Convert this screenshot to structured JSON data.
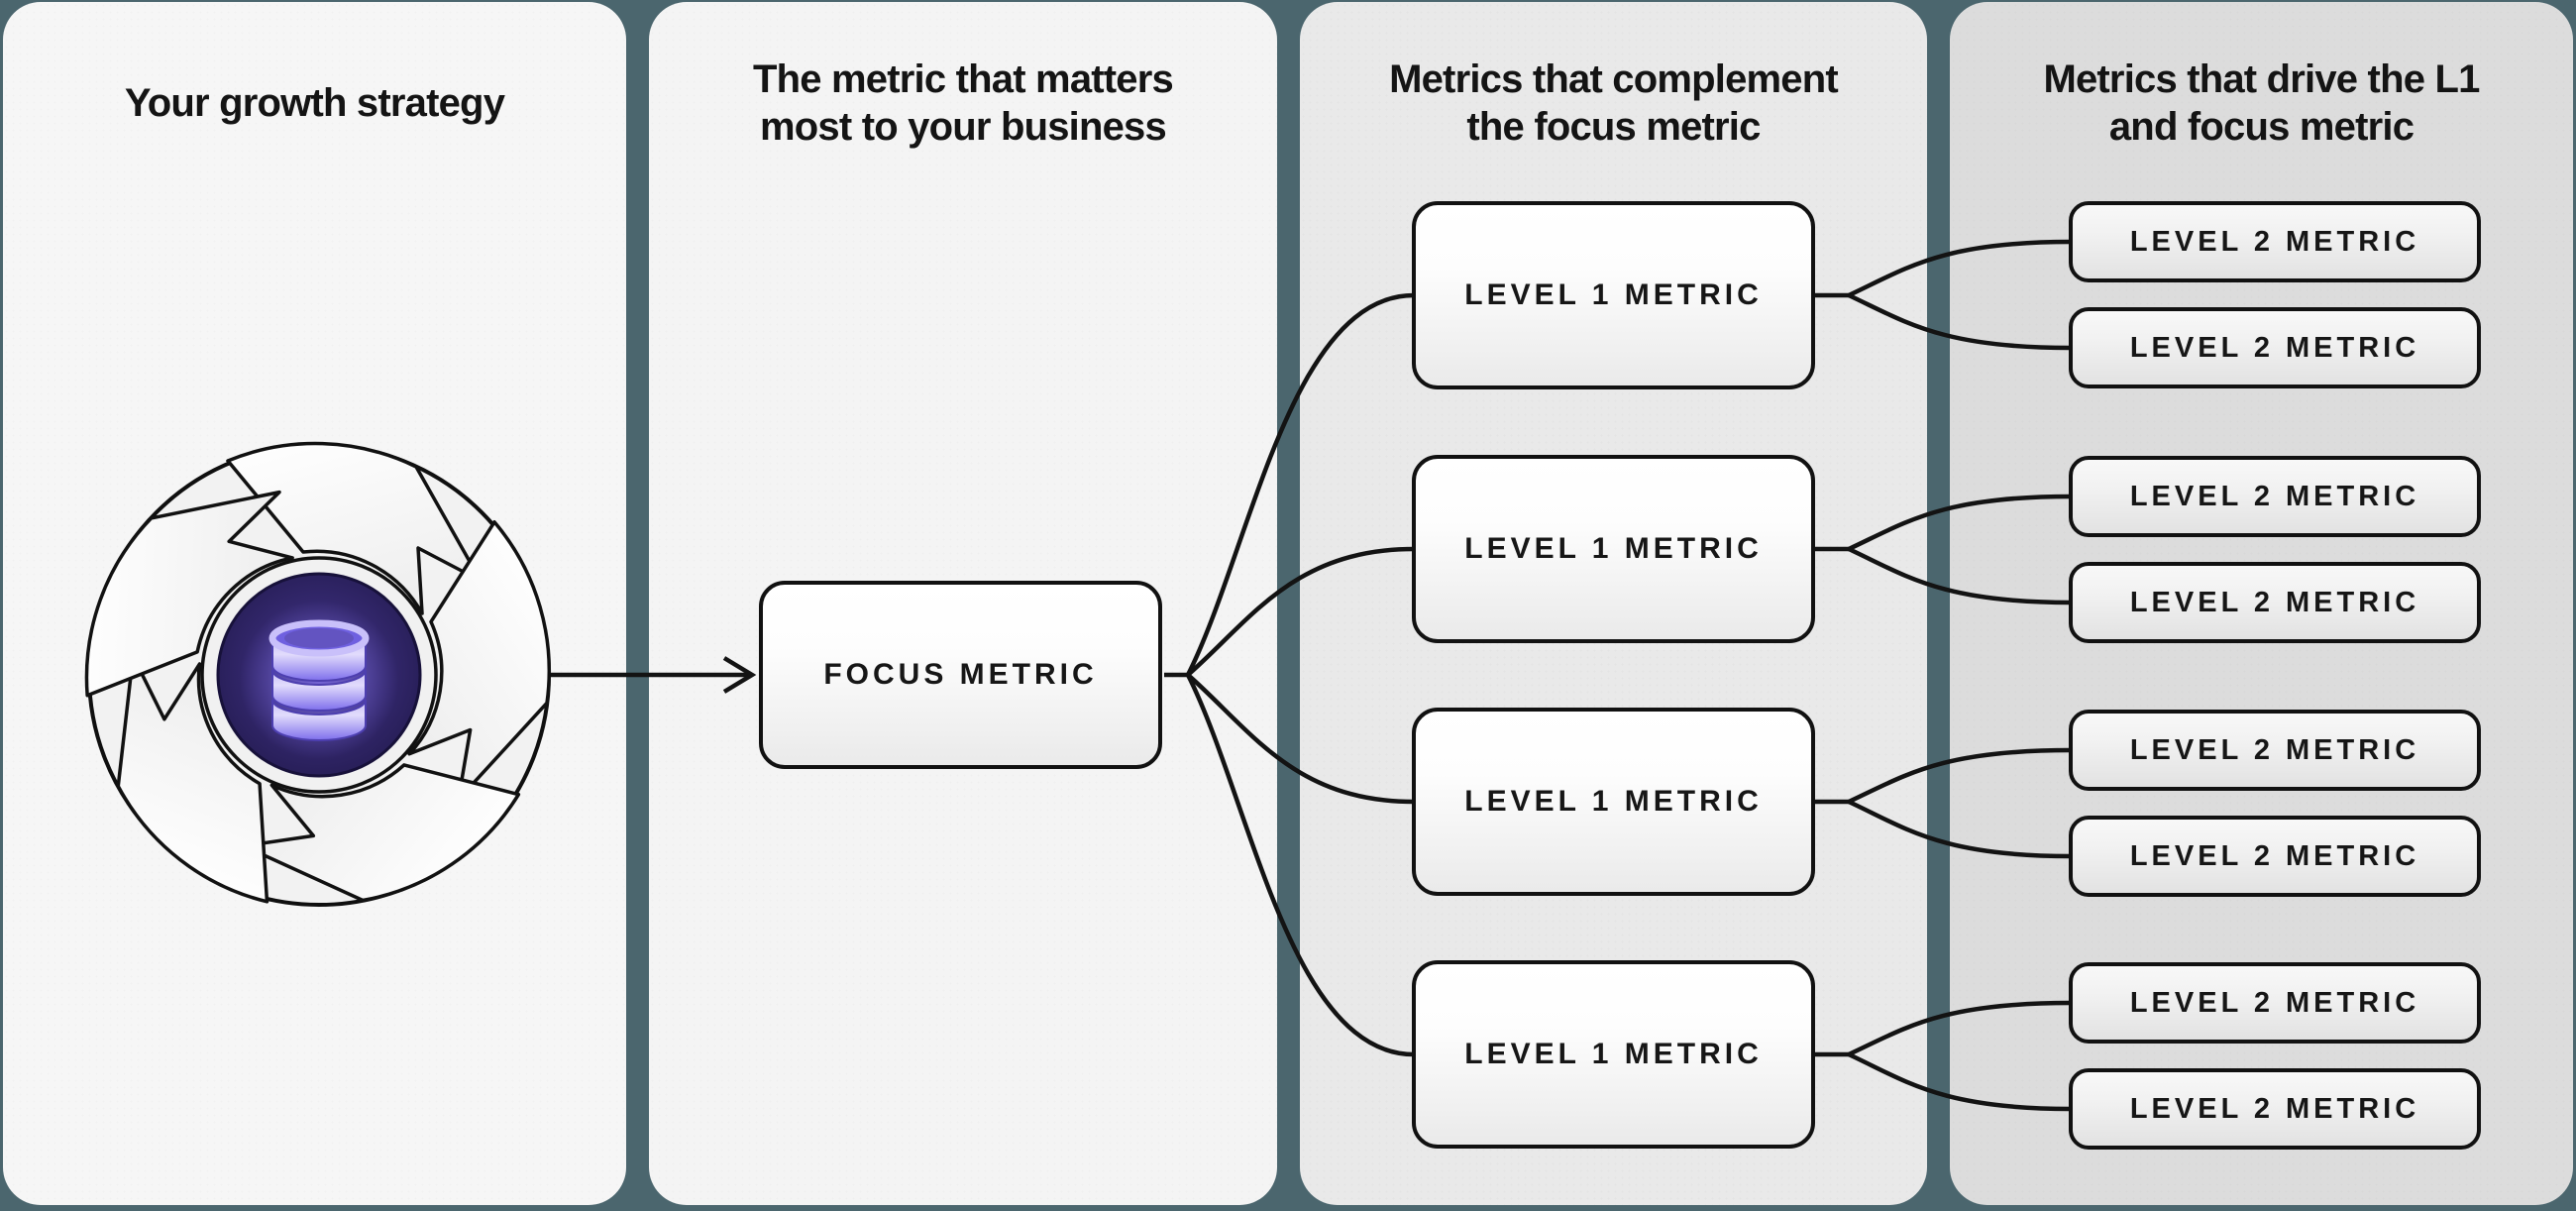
{
  "panels": [
    {
      "title_line1": "Your growth strategy",
      "title_line2": ""
    },
    {
      "title_line1": "The metric that matters",
      "title_line2": "most to your business"
    },
    {
      "title_line1": "Metrics that complement",
      "title_line2": "the focus metric"
    },
    {
      "title_line1": "Metrics that drive the L1",
      "title_line2": "and focus metric"
    }
  ],
  "labels": {
    "focus": "FOCUS METRIC",
    "level1": "LEVEL 1 METRIC",
    "level2": "LEVEL 2 METRIC"
  },
  "icon": {
    "name": "growth-loop-database-icon",
    "description": "shutter flywheel with database center"
  },
  "colors": {
    "background": "#4b666e",
    "panel_1": "#f6f6f6",
    "panel_2": "#f4f4f4",
    "panel_3": "#e9e9e9",
    "panel_4": "#dcdcdc",
    "line": "#131313",
    "accent_purple": "#7b6cf0",
    "dark_purple": "#271d5a"
  }
}
